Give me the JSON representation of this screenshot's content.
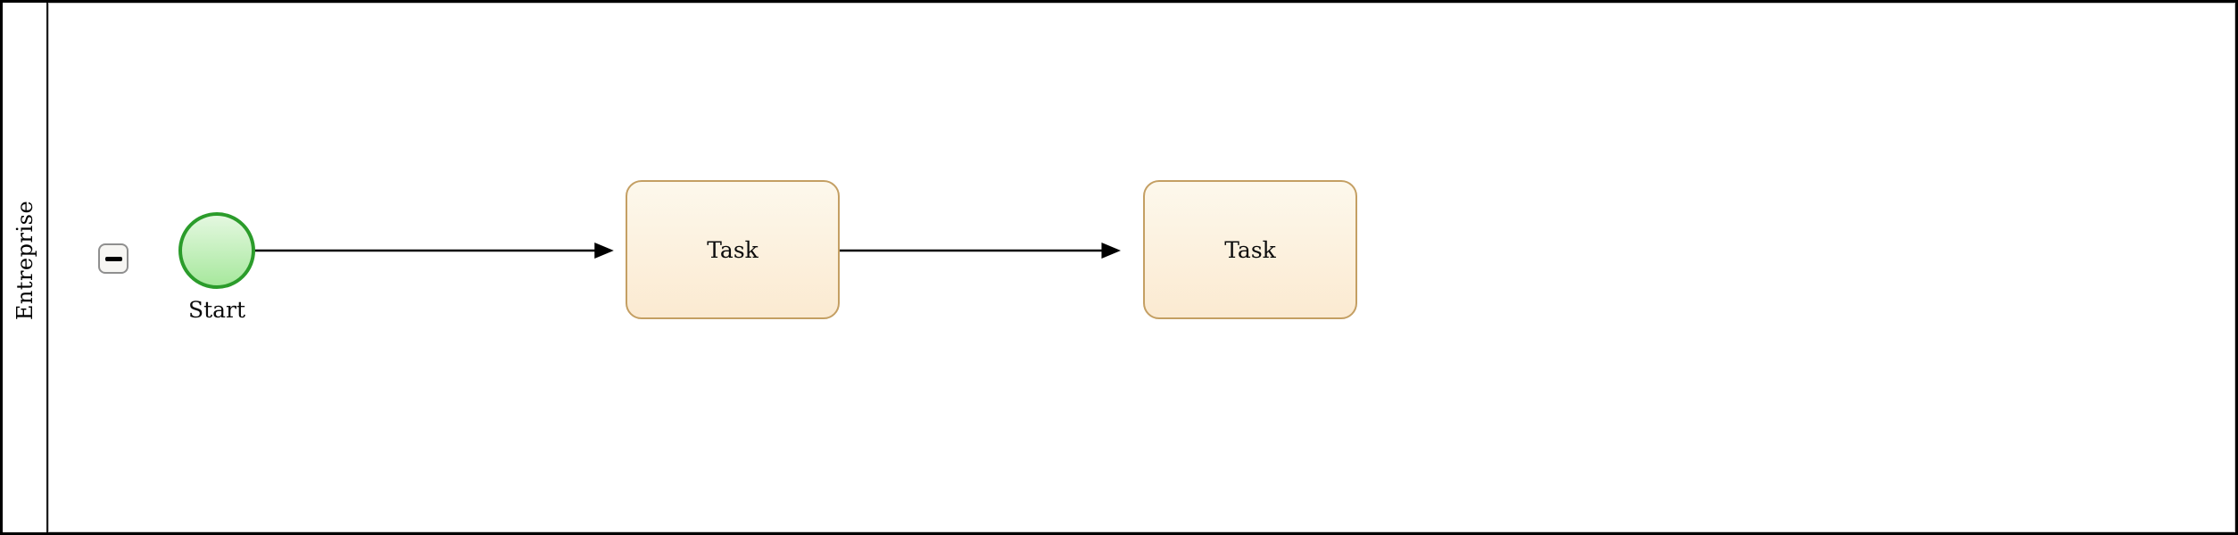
{
  "diagram_type": "BPMN process",
  "pool": {
    "label": "Entreprise",
    "collapsed": false
  },
  "icons": {
    "collapse_button": "minus-icon"
  },
  "nodes": {
    "start": {
      "type": "start-event",
      "label": "Start"
    },
    "task1": {
      "type": "task",
      "label": "Task"
    },
    "task2": {
      "type": "task",
      "label": "Task"
    }
  },
  "flows": [
    {
      "from": "start",
      "to": "task1"
    },
    {
      "from": "task1",
      "to": "task2"
    }
  ],
  "colors": {
    "start_stroke": "#2b9c2b",
    "start_fill_top": "#e4f8e0",
    "start_fill_bottom": "#a7e89d",
    "task_stroke": "#c49f63",
    "task_fill_top": "#fdf8ec",
    "task_fill_bottom": "#fbead1",
    "pool_border": "#000000",
    "flow_color": "#000000"
  }
}
